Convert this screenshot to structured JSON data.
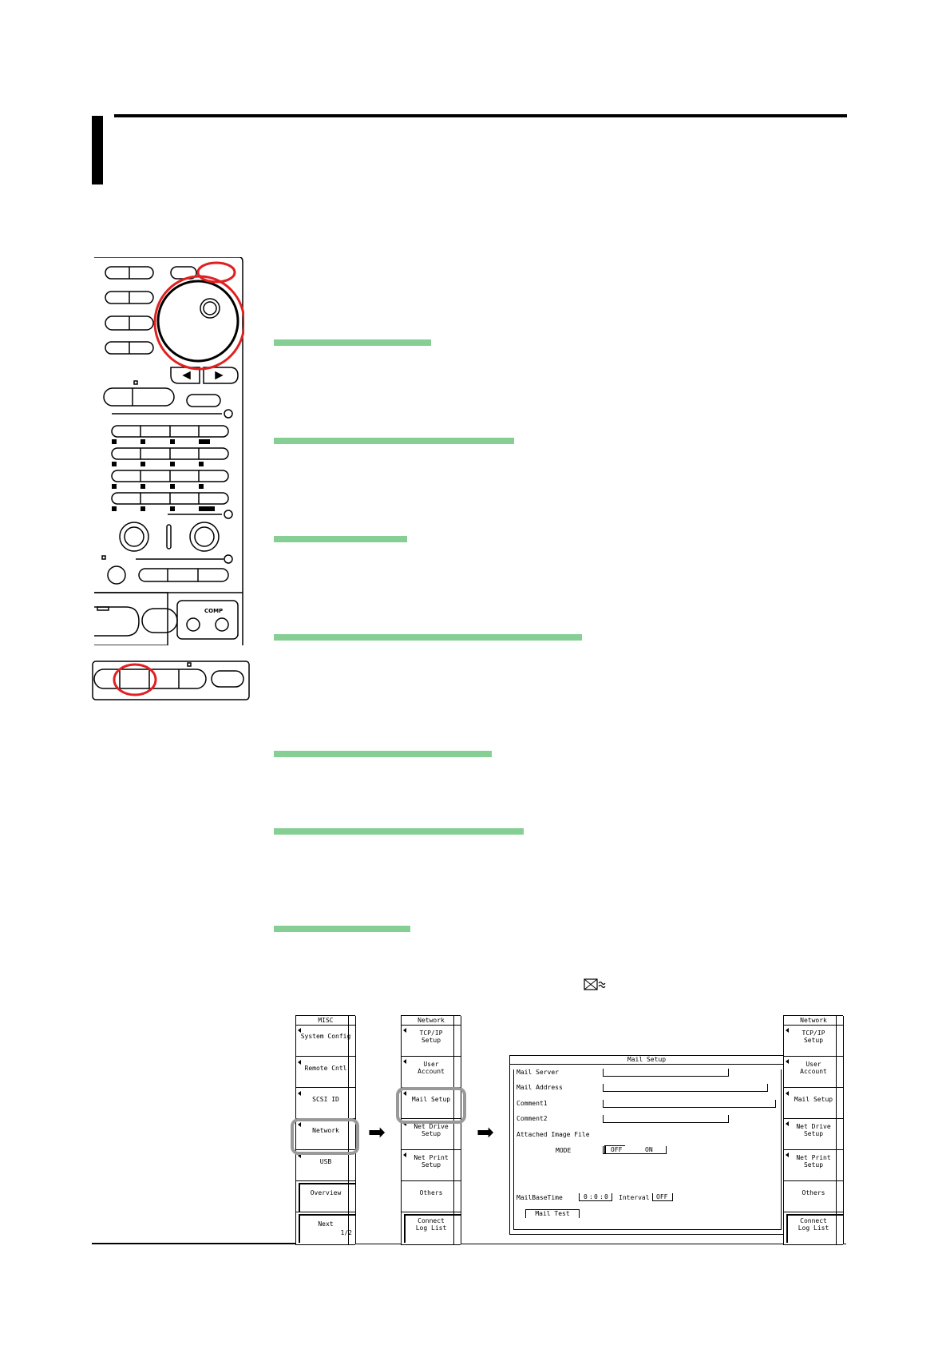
{
  "panels": {
    "misc": {
      "title": "MISC",
      "items": [
        "System Config",
        "Remote Cntl",
        "SCSI ID",
        "Network",
        "USB",
        "Overview",
        "Next"
      ],
      "page": "1/2"
    },
    "network": {
      "title": "Network",
      "items": [
        [
          "TCP/IP",
          "Setup"
        ],
        [
          "User",
          "Account"
        ],
        [
          "Mail Setup"
        ],
        [
          "Net Drive",
          "Setup"
        ],
        [
          "Net Print",
          "Setup"
        ],
        [
          "Others"
        ],
        [
          "Connect",
          "Log List"
        ]
      ]
    },
    "network_right": {
      "title": "Network",
      "items": [
        [
          "TCP/IP",
          "Setup"
        ],
        [
          "User",
          "Account"
        ],
        [
          "Mail Setup"
        ],
        [
          "Net Drive",
          "Setup"
        ],
        [
          "Net Print",
          "Setup"
        ],
        [
          "Others"
        ],
        [
          "Connect",
          "Log List"
        ]
      ]
    }
  },
  "dialog": {
    "title": "Mail Setup",
    "mail_server": "Mail Server",
    "mail_address": "Mail Address",
    "comment1": "Comment1",
    "comment2": "Comment2",
    "attached_image_file": "Attached Image File",
    "mode_label": "MODE",
    "mode_off": "OFF",
    "mode_on": "ON",
    "mail_base_time": "MailBaseTime",
    "time_h": "0",
    "time_m": "0",
    "time_s": "0",
    "interval_label": "Interval",
    "interval_value": "OFF",
    "mail_test": "Mail Test"
  },
  "device": {
    "comp_label": "COMP"
  },
  "colors": {
    "green_bar": "#86cf94",
    "highlight_red": "#e02020",
    "highlight_gray": "#999999"
  }
}
